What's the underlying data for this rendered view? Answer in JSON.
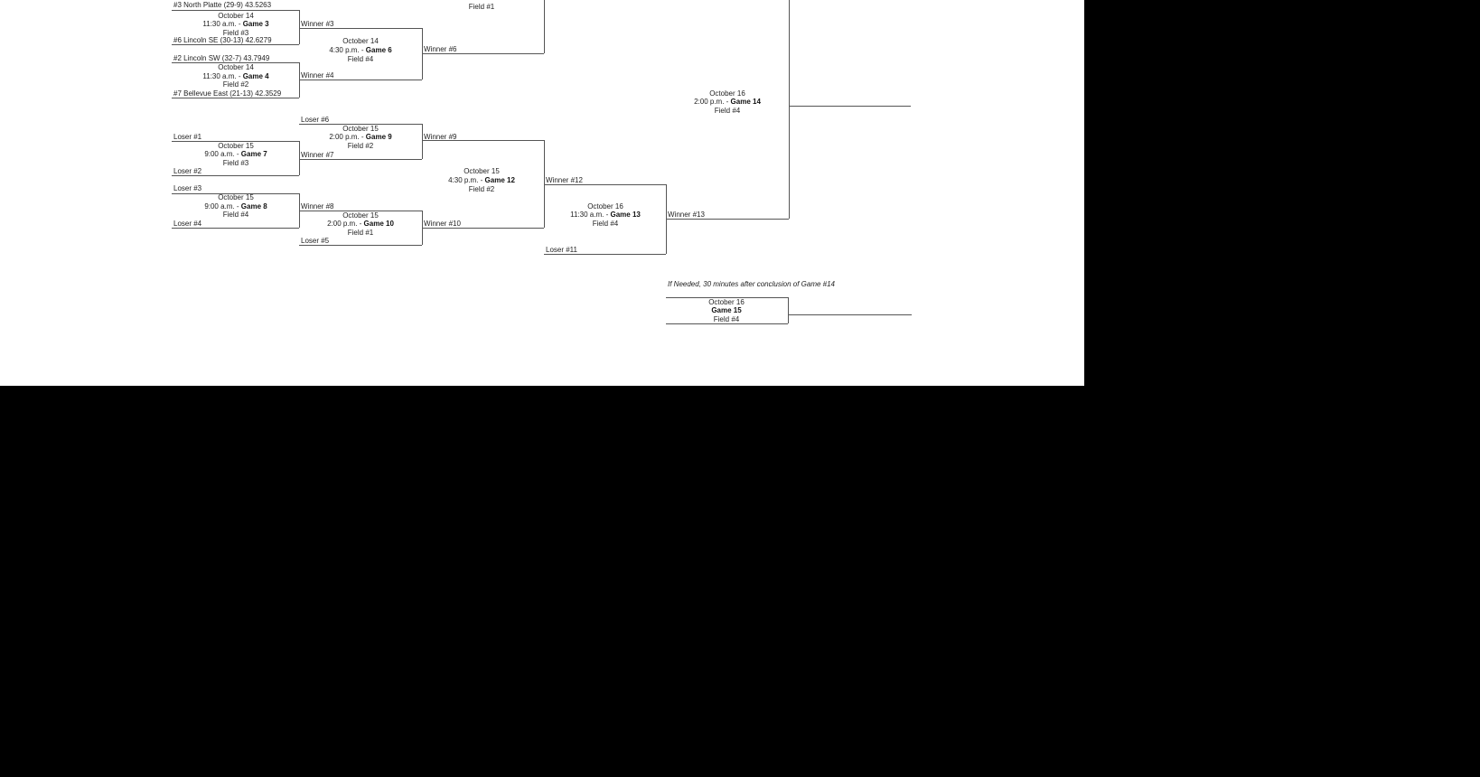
{
  "games": {
    "g3": {
      "date": "October 14",
      "time": "11:30 a.m. - ",
      "name": "Game 3",
      "field": "Field #3",
      "top": "#3 North Platte (29-9) 43.5263",
      "bottom": "#6 Lincoln SE (30-13) 42.6279"
    },
    "g4": {
      "date": "October 14",
      "time": "11:30 a.m. - ",
      "name": "Game 4",
      "field": "Field #2",
      "top": "#2 Lincoln SW (32-7) 43.7949",
      "bottom": "#7 Bellevue East (21-13) 42.3529"
    },
    "g6": {
      "date": "October 14",
      "time": "4:30 p.m. - ",
      "name": "Game 6",
      "field": "Field #4",
      "top": "Winner #3",
      "bottom": "Winner #4",
      "out": "Winner #6"
    },
    "g11": {
      "field": "Field #1"
    },
    "g7": {
      "date": "October 15",
      "time": "9:00 a.m. - ",
      "name": "Game 7",
      "field": "Field #3",
      "top": "Loser #1",
      "bottom": "Loser #2"
    },
    "g8": {
      "date": "October 15",
      "time": "9:00 a.m. - ",
      "name": "Game 8",
      "field": "Field #4",
      "top": "Loser #3",
      "bottom": "Loser #4"
    },
    "g9": {
      "date": "October 15",
      "time": "2:00 p.m. - ",
      "name": "Game 9",
      "field": "Field #2",
      "top": "Loser #6",
      "bottom": "Winner #7",
      "out": "Winner #9"
    },
    "g10": {
      "date": "October 15",
      "time": "2:00 p.m. - ",
      "name": "Game 10",
      "field": "Field #1",
      "top": "Winner #8",
      "bottom": "Loser #5",
      "out": "Winner #10"
    },
    "g12": {
      "date": "October 15",
      "time": "4:30 p.m. - ",
      "name": "Game 12",
      "field": "Field #2",
      "out": "Winner #12"
    },
    "g13": {
      "date": "October 16",
      "time": "11:30 a.m. - ",
      "name": "Game 13",
      "field": "Field #4",
      "bottom": "Loser #11",
      "out": "Winner #13"
    },
    "g14": {
      "date": "October 16",
      "time": "2:00 p.m. - ",
      "name": "Game 14",
      "field": "Field #4"
    },
    "g15": {
      "note": "If Needed, 30 minutes after conclusion of Game #14",
      "date": "October 16",
      "name": "Game 15",
      "field": "Field #4"
    }
  }
}
